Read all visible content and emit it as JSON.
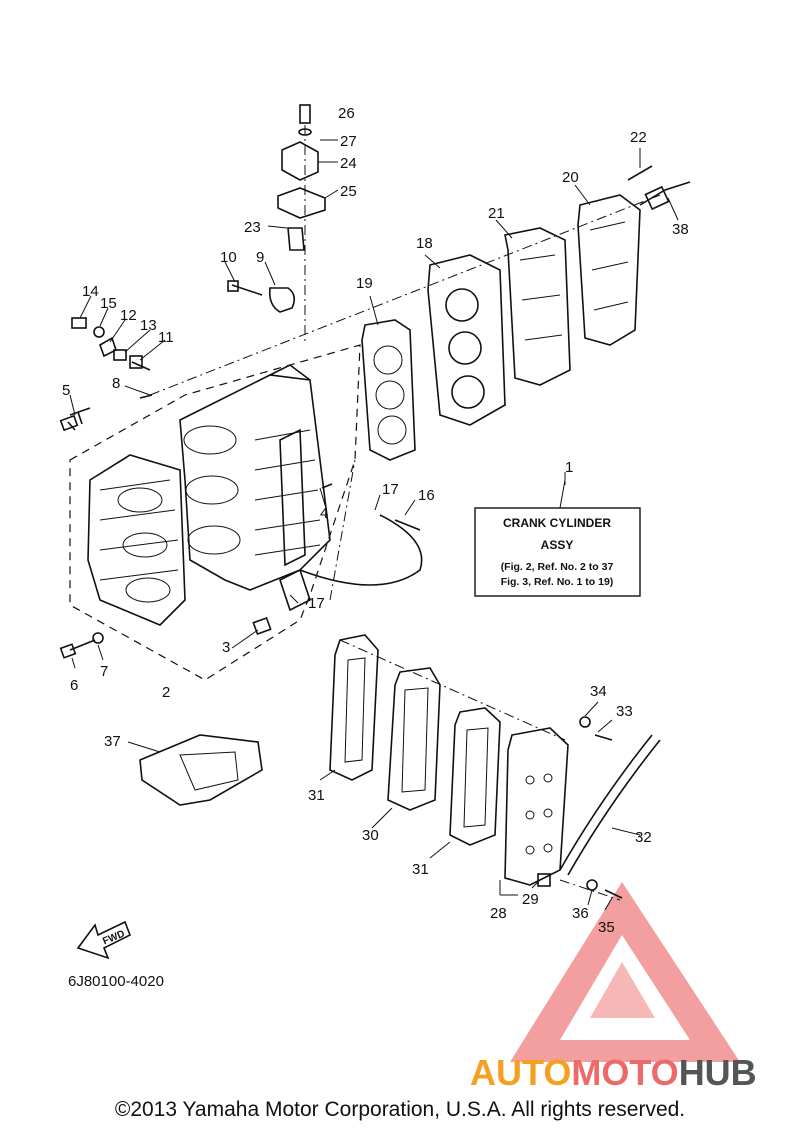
{
  "diagram": {
    "title_line1": "CRANK CYLINDER",
    "title_line2": "ASSY",
    "title_ref1": "(Fig. 2, Ref. No. 2 to 37",
    "title_ref2": "Fig. 3, Ref. No. 1 to 19)",
    "drawing_code": "6J80100-4020",
    "fwd_label": "FWD",
    "callouts": {
      "c1": "1",
      "c2": "2",
      "c3": "3",
      "c4": "4",
      "c5": "5",
      "c6": "6",
      "c7": "7",
      "c8": "8",
      "c9": "9",
      "c10": "10",
      "c11": "11",
      "c12": "12",
      "c13": "13",
      "c14": "14",
      "c15": "15",
      "c16": "16",
      "c17a": "17",
      "c17b": "17",
      "c18": "18",
      "c19": "19",
      "c20": "20",
      "c21": "21",
      "c22": "22",
      "c23": "23",
      "c24": "24",
      "c25": "25",
      "c26": "26",
      "c27": "27",
      "c28": "28",
      "c29": "29",
      "c30": "30",
      "c31a": "31",
      "c31b": "31",
      "c32": "32",
      "c33": "33",
      "c34": "34",
      "c35": "35",
      "c36": "36",
      "c37": "37",
      "c38": "38"
    }
  },
  "watermark": {
    "text_part1": "AUTO",
    "text_part2": "MOTO",
    "text_part3": "HUB"
  },
  "footer": {
    "copyright": "©2013 Yamaha Motor Corporation, U.S.A. All rights reserved."
  },
  "colors": {
    "watermark_red": "#ee3b3b",
    "watermark_orange": "#f5a020",
    "watermark_gray": "#555555"
  }
}
